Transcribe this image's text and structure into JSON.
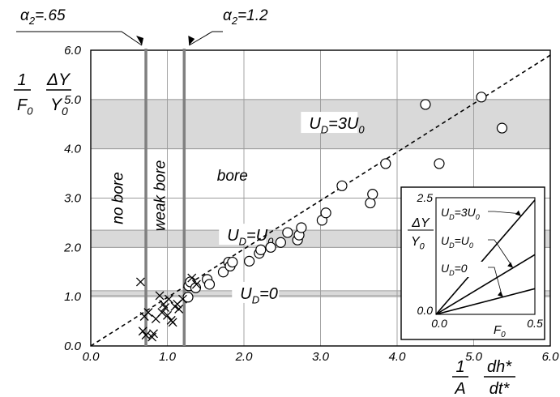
{
  "chart_data": [
    {
      "type": "scatter",
      "title": "",
      "xlabel": {
        "num": "1",
        "den": "A",
        "frac_num": "dh*",
        "frac_den": "dt*"
      },
      "ylabel": {
        "num": "1",
        "den": "F",
        "den_sub": "0",
        "frac_num": "ΔY",
        "frac_den": "Y",
        "frac_den_sub": "0"
      },
      "xlim": [
        0,
        6
      ],
      "ylim": [
        0,
        6
      ],
      "xticks": [
        "0.0",
        "1.0",
        "2.0",
        "3.0",
        "4.0",
        "5.0",
        "6.0"
      ],
      "yticks": [
        "0.0",
        "1.0",
        "2.0",
        "3.0",
        "4.0",
        "5.0",
        "6.0"
      ],
      "grid": true,
      "bands": [
        {
          "y": [
            4.0,
            5.0
          ],
          "label_main": "U",
          "label_main_sub": "D",
          "label_rest": "=3U",
          "label_rest_sub": "0",
          "label_x": 2.85,
          "label_y": 4.52
        },
        {
          "y": [
            2.0,
            2.35
          ],
          "label_main": "U",
          "label_main_sub": "D",
          "label_rest": "=U",
          "label_rest_sub": "0",
          "label_x": 1.78,
          "label_y": 2.25
        },
        {
          "y": [
            1.02,
            1.12
          ],
          "label_main": "U",
          "label_main_sub": "D",
          "label_rest": "=0",
          "label_rest_sub": "",
          "label_x": 1.95,
          "label_y": 1.07
        }
      ],
      "vlines": [
        {
          "x": 0.72,
          "label_sym": "α",
          "label_sub": "2",
          "label_val": "=.65"
        },
        {
          "x": 1.22,
          "label_sym": "α",
          "label_sub": "2",
          "label_val": "=1.2"
        }
      ],
      "regions": [
        {
          "text": "no bore",
          "x": 0.42,
          "y": 3.0,
          "rotate": true
        },
        {
          "text": "weak bore",
          "x": 0.97,
          "y": 3.05,
          "rotate": true
        },
        {
          "text": "bore",
          "x": 1.85,
          "y": 3.35,
          "rotate": false
        }
      ],
      "fit_line": {
        "x": [
          0,
          6
        ],
        "y": [
          -0.06,
          5.9
        ]
      },
      "series": [
        {
          "marker": "circle",
          "points": [
            [
              1.28,
              1.22
            ],
            [
              1.3,
              1.3
            ],
            [
              1.27,
              0.99
            ],
            [
              1.37,
              1.18
            ],
            [
              1.52,
              1.35
            ],
            [
              1.55,
              1.25
            ],
            [
              1.73,
              1.5
            ],
            [
              1.8,
              1.7
            ],
            [
              1.82,
              1.62
            ],
            [
              1.85,
              1.7
            ],
            [
              2.07,
              1.72
            ],
            [
              2.2,
              1.88
            ],
            [
              2.22,
              1.95
            ],
            [
              2.35,
              2.0
            ],
            [
              2.48,
              2.1
            ],
            [
              2.57,
              2.3
            ],
            [
              2.7,
              2.15
            ],
            [
              2.72,
              2.25
            ],
            [
              2.75,
              2.4
            ],
            [
              3.02,
              2.55
            ],
            [
              3.07,
              2.7
            ],
            [
              3.28,
              3.25
            ],
            [
              3.65,
              2.9
            ],
            [
              3.68,
              3.08
            ],
            [
              3.85,
              3.7
            ],
            [
              4.37,
              4.9
            ],
            [
              4.55,
              3.7
            ],
            [
              5.1,
              5.05
            ],
            [
              5.37,
              4.42
            ]
          ]
        },
        {
          "marker": "x",
          "points": [
            [
              0.65,
              1.3
            ],
            [
              0.7,
              0.6
            ],
            [
              0.68,
              0.3
            ],
            [
              0.72,
              0.22
            ],
            [
              0.75,
              0.68
            ],
            [
              0.8,
              0.18
            ],
            [
              0.82,
              0.25
            ],
            [
              0.85,
              0.55
            ],
            [
              0.9,
              1.02
            ],
            [
              0.93,
              0.68
            ],
            [
              0.95,
              0.85
            ],
            [
              0.97,
              0.78
            ],
            [
              1.0,
              0.62
            ],
            [
              1.02,
              0.95
            ],
            [
              1.05,
              0.52
            ],
            [
              1.07,
              0.48
            ],
            [
              1.1,
              0.8
            ],
            [
              1.13,
              0.85
            ],
            [
              1.15,
              0.75
            ],
            [
              1.2,
              0.95
            ],
            [
              1.32,
              1.38
            ],
            [
              1.38,
              1.25
            ]
          ]
        }
      ]
    },
    {
      "type": "line",
      "title": "",
      "xlabel": {
        "main": "F",
        "sub": "0"
      },
      "ylabel": {
        "frac_num": "ΔY",
        "frac_den": "Y",
        "frac_den_sub": "0"
      },
      "xlim": [
        0,
        0.5
      ],
      "ylim": [
        0,
        2.5
      ],
      "xticks": [
        "0.0",
        "0.5"
      ],
      "yticks": [
        "0.0",
        "2.5"
      ],
      "series": [
        {
          "label_main": "U",
          "label_main_sub": "D",
          "label_rest": "=3U",
          "label_rest_sub": "0",
          "x": [
            0,
            0.5
          ],
          "y": [
            0,
            2.45
          ]
        },
        {
          "label_main": "U",
          "label_main_sub": "D",
          "label_rest": "=U",
          "label_rest_sub": "0",
          "x": [
            0,
            0.5
          ],
          "y": [
            0,
            1.28
          ]
        },
        {
          "label_main": "U",
          "label_main_sub": "D",
          "label_rest": "=0",
          "label_rest_sub": "",
          "x": [
            0,
            0.5
          ],
          "y": [
            0,
            0.55
          ]
        }
      ]
    }
  ]
}
